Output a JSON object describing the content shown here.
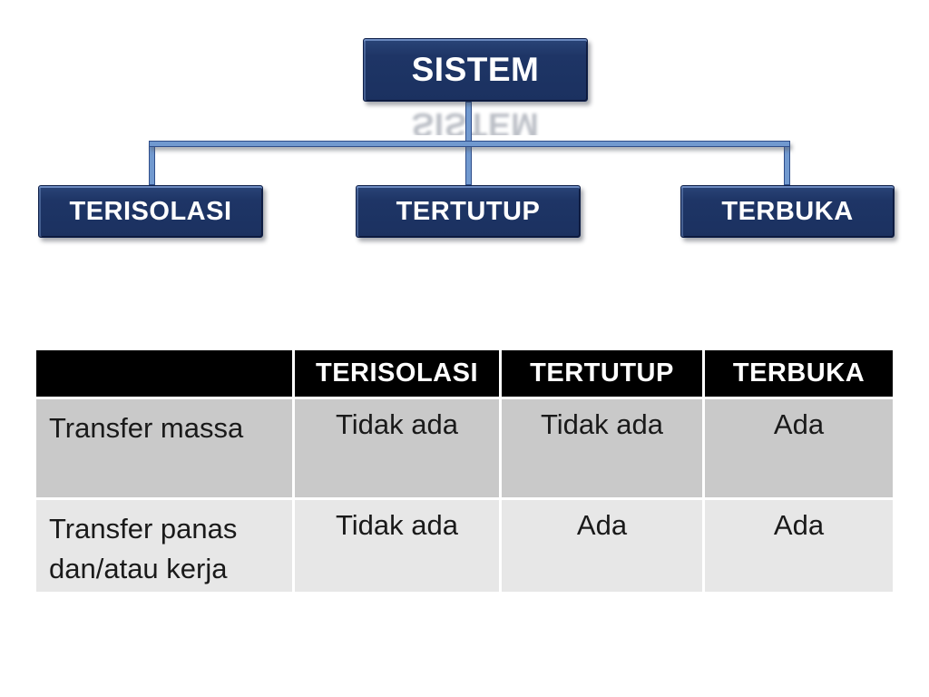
{
  "diagram": {
    "root": {
      "label": "SISTEM"
    },
    "children": [
      {
        "label": "TERISOLASI"
      },
      {
        "label": "TERTUTUP"
      },
      {
        "label": "TERBUKA"
      }
    ]
  },
  "table": {
    "columns": [
      "",
      "TERISOLASI",
      "TERTUTUP",
      "TERBUKA"
    ],
    "rows": [
      {
        "label": "Transfer massa",
        "values": [
          "Tidak ada",
          "Tidak ada",
          "Ada"
        ]
      },
      {
        "label": "Transfer panas dan/atau kerja",
        "values": [
          "Tidak ada",
          "Ada",
          "Ada"
        ]
      }
    ]
  },
  "colors": {
    "slide_background": "#ffffff",
    "box_fill": "#1e3566",
    "box_outline": "#0e1f48",
    "box_highlight": "#7896cd",
    "box_text": "#ffffff",
    "connector_fill": "#7199cf",
    "connector_edge": "#2e4d8a",
    "table_header_bg": "#000000",
    "table_header_text": "#ffffff",
    "table_row1_bg": "#c9c9c9",
    "table_row2_bg": "#e7e7e7",
    "table_text": "#1a1a1a"
  }
}
